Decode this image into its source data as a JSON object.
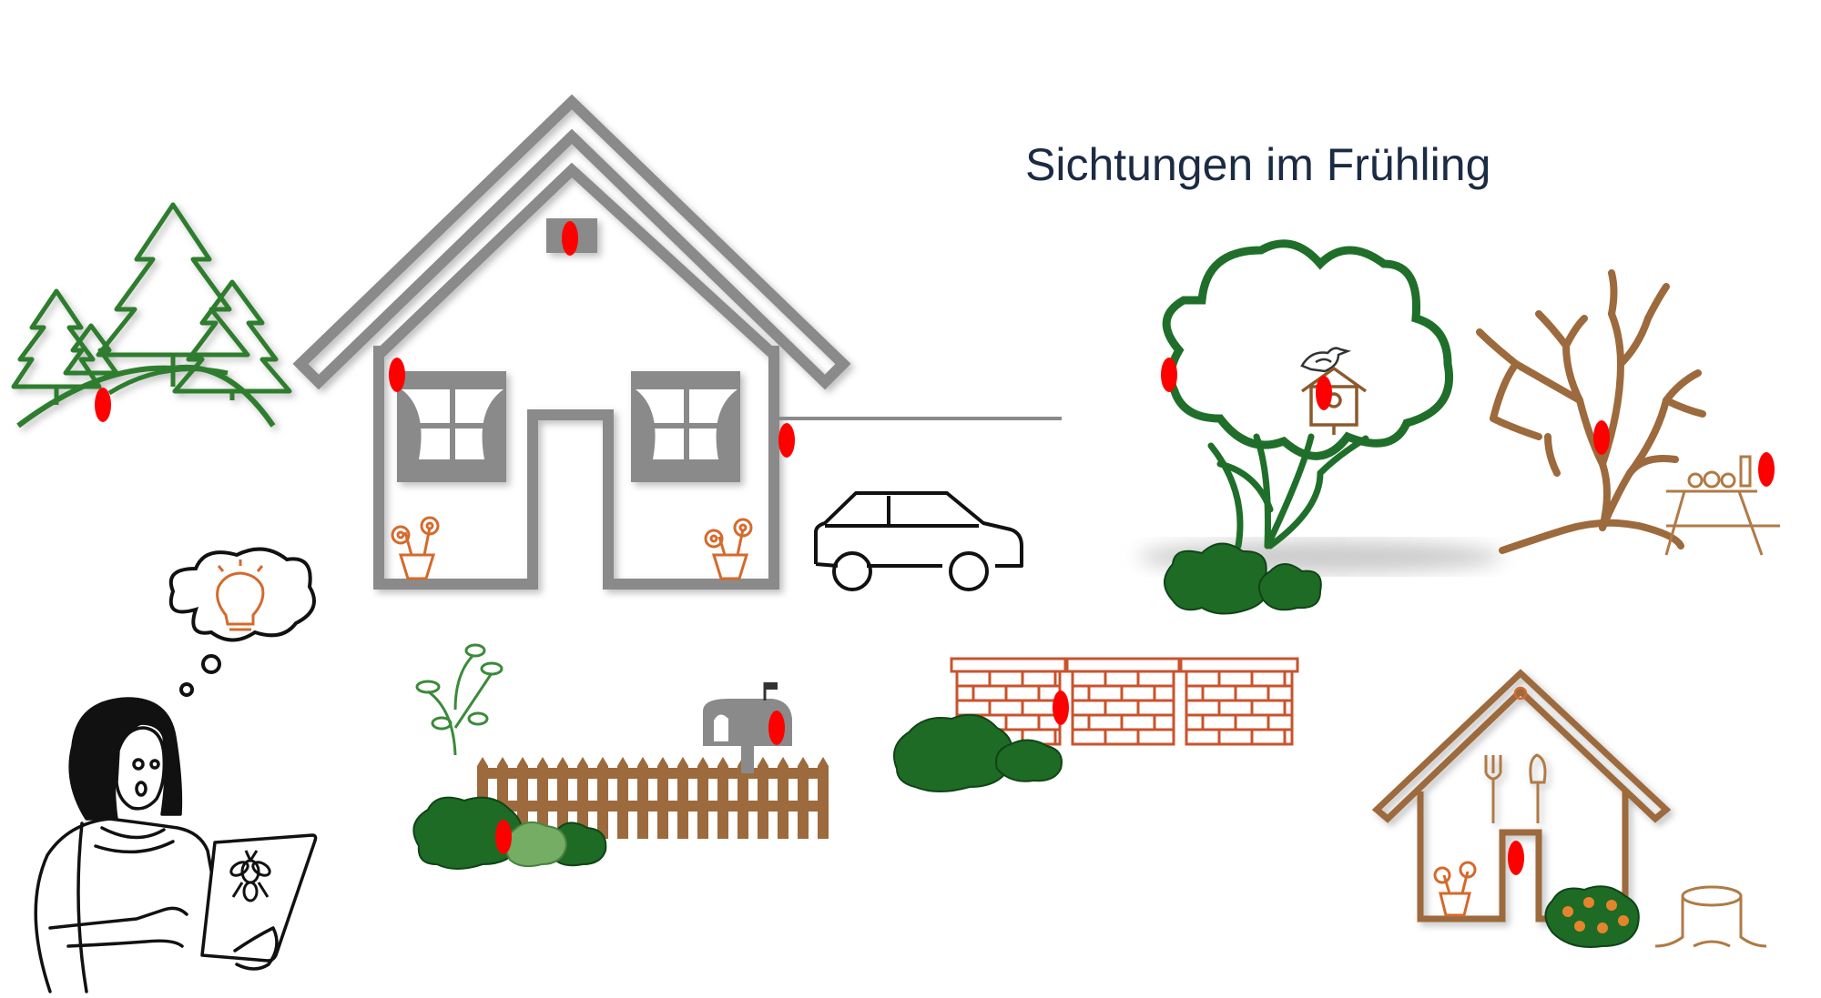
{
  "title": "Sichtungen im Frühling",
  "colors": {
    "marker": "#ff0000",
    "house_gray": "#8a8a8a",
    "forest_green": "#2f7d2f",
    "tree_green": "#1f6f2a",
    "bush_green": "#1d6b25",
    "brown": "#9c6a3c",
    "brick": "#c9532c",
    "orange": "#d46a2c",
    "title_color": "#1c2b44"
  },
  "icons": [
    "forest-icon",
    "house-icon",
    "car-icon",
    "apple-tree-icon",
    "bare-tree-icon",
    "picnic-table-icon",
    "woman-with-tablet-icon",
    "thought-bubble-icon",
    "lightbulb-icon",
    "bee-icon",
    "plant-icon",
    "mailbox-icon",
    "fence-icon",
    "bush-icon",
    "brick-wall-icon",
    "garden-shed-icon",
    "tree-stump-icon",
    "flower-pot-icon",
    "bird-icon",
    "birdhouse-icon"
  ],
  "sighting_markers": [
    "forest",
    "attic",
    "house-wall-left",
    "house-wall-right",
    "apple-tree",
    "birdhouse",
    "bare-tree",
    "picnic-table",
    "mailbox",
    "garden-bush",
    "brick-wall",
    "garden-shed"
  ]
}
